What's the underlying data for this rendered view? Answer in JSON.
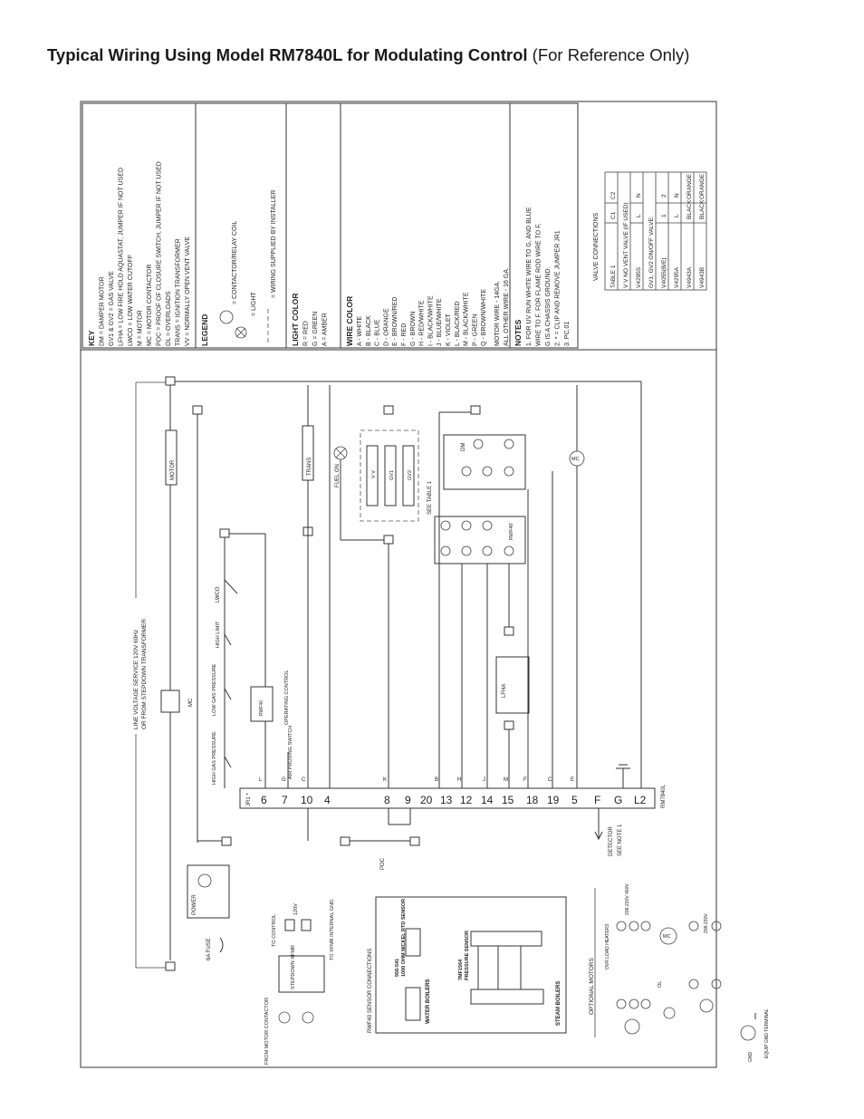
{
  "title": {
    "bold": "Typical Wiring Using Model RM7840L for Modulating Control",
    "normal": "(For Reference Only)"
  },
  "key": {
    "heading": "KEY",
    "lines": [
      "DM  =  DAMPER MOTOR",
      "GV1  &  GV2  =  GAS VALVE",
      "LFHA = LOW FIRE HOLD AQUASTAT, JUMPER IF NOT USED",
      "LWCO = LOW WATER CUTOFF",
      "M  =  MOTOR",
      "MC = MOTOR CONTACTOR",
      "POC = PROOF OF CLOSURE SWITCH, JUMPER IF NOT USED",
      "OL  =  OVERLOADS",
      "TRANS = IGNITION TRANSFORMER",
      "VV  =  NORMALLY OPEN VENT VALVE"
    ]
  },
  "legend": {
    "heading": "LEGEND",
    "coil": "= CONTACTOR/RELAY COIL",
    "light": "= LIGHT",
    "wiring": "= WIRING SUPPLIED BY INSTALLER"
  },
  "light_color": {
    "heading": "LIGHT COLOR",
    "lines": [
      "R  =  RED",
      "G  =  GREEN",
      "A  =  AMBER"
    ]
  },
  "wire_color": {
    "heading": "WIRE COLOR",
    "lines": [
      "A  -  WHITE",
      "B  -  BLACK",
      "C  -  BLUE",
      "D  -  ORANGE",
      "E  -  BROWN/RED",
      "F  -  RED",
      "G  -  BROWN",
      "H  -  RED/WHITE",
      "I  -  BLACK/WHITE",
      "J  -  BLUE/WHITE",
      "K  -  VIOLET",
      "L  -  BLACK/RED",
      "M  -  BLACK/WHITE",
      "P  -  GREEN",
      "Q  -  BROWN/WHITE"
    ],
    "motor_wire": "MOTOR WIRE  -  14GA.",
    "other_wire": "ALL OTHER WIRE  -  16 GA."
  },
  "notes": {
    "heading": "NOTES",
    "lines": [
      "1.  FOR UV RUN WHITE WIRE TO G, AND BLUE",
      "     WIRE TO F.  FOR FLAME ROD WIRE TO F,",
      "     G IS A CHASSIS GROUND.",
      "2.  *  =  CLIP AND REMOVE JUMPER JR1",
      "3.  PC.01"
    ]
  },
  "valve_table": {
    "title": "VALVE  CONNECTIONS",
    "headers": [
      "TABLE 1",
      "C1",
      "C2"
    ],
    "rows": [
      [
        "V V NO VENT VALVE (IF USED)"
      ],
      [
        "V4295S",
        "L",
        "N"
      ],
      [
        "GV1, GV2 ON/OFF VALVE:"
      ],
      [
        "V4055(B/E)",
        "1",
        "2"
      ],
      [
        "V4295A",
        "L",
        "N"
      ],
      [
        "V4943A",
        "BLACK",
        "ORANGE"
      ],
      [
        "V4943B",
        "BLACK",
        "ORANGE"
      ]
    ]
  },
  "schematic": {
    "line_voltage": "LINE VOLTAGE SERVICE 120V 60Hz",
    "stepdown": "OR FROM STEPDOWN TRANSFORMER",
    "labels": {
      "motor": "MOTOR",
      "trans": "TRANS",
      "fuel_on": "FUEL ON",
      "see_table": "SEE TABLE 1",
      "dm": "DM",
      "mc": "MC",
      "rwf40": "RWF40",
      "lwco": "LWCO",
      "high_limit": "HIGH LIMIT",
      "low_gas": "LOW GAS PRESSURE",
      "high_gas": "HIGH GAS PRESSURE",
      "operating": "OPERATING CONTROL",
      "air_proving": "AIR PROVING SWITCH",
      "lfha": "LFHA",
      "power": "POWER",
      "fuse": "6A FUSE",
      "poc": "POC",
      "detector": "DETECTOR",
      "see_note": "SEE NOTE 1",
      "jr1": "JR1 *",
      "rm7840l": "RM7840L",
      "to_control": "TO CONTROL",
      "to_xfmr": "TO XFMR INTERNAL GND.",
      "stepdown_xfmr": "STEPDOWN XFMR",
      "from_motor": "FROM MOTOR CONTACTOR",
      "v120": "120V",
      "sensor_conn": "RWF40 SENSOR CONNECTIONS",
      "rtd": "1000 OHM NICKEL RTD SENSOR",
      "rtd_model": "556-541",
      "pressure": "PRESSURE SENSOR",
      "pressure_model": "7MF1564",
      "water_boilers": "WATER BOILERS",
      "steam_boilers": "STEAM BOILERS",
      "optional_motors": "OPTIONAL  MOTORS",
      "ovr_heaters": "OVR LOAD HEATERS",
      "v208_460": "208-230V 460V",
      "v208": "208-230V",
      "ol": "OL",
      "gnd": "GND",
      "equip_gnd": "EQUIP GND TERMINAL",
      "vv": "V V",
      "gv1": "GV1",
      "gv2": "GV2"
    },
    "terminals": [
      "6",
      "7",
      "10",
      "4",
      "8",
      "9",
      "20",
      "13",
      "12",
      "14",
      "15",
      "18",
      "19",
      "5",
      "F",
      "G",
      "L2"
    ],
    "wire_letters": [
      "L",
      "G",
      "C",
      "K",
      "B",
      "H",
      "J",
      "M",
      "F",
      "C",
      "E"
    ]
  }
}
